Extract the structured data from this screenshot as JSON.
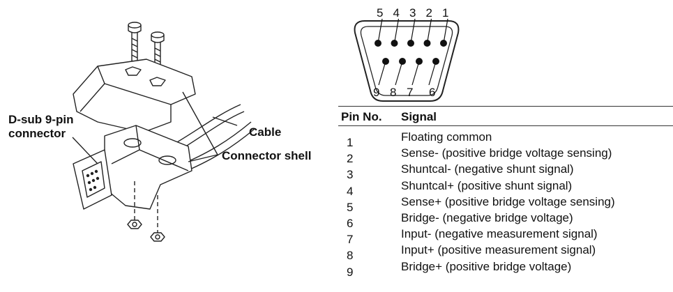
{
  "labels": {
    "dsub_line1": "D-sub 9-pin",
    "dsub_line2": "connector",
    "cable": "Cable",
    "shell": "Connector shell"
  },
  "pinout": {
    "top_pins": [
      "5",
      "4",
      "3",
      "2",
      "1"
    ],
    "bottom_pins": [
      "9",
      "8",
      "7",
      "6"
    ]
  },
  "table": {
    "header_pin": "Pin No.",
    "header_signal": "Signal",
    "rows": [
      {
        "pin": "1",
        "signal": "Floating common"
      },
      {
        "pin": "2",
        "signal": "Sense- (positive bridge voltage sensing)"
      },
      {
        "pin": "3",
        "signal": "Shuntcal- (negative shunt signal)"
      },
      {
        "pin": "4",
        "signal": "Shuntcal+ (positive shunt signal)"
      },
      {
        "pin": "5",
        "signal": "Sense+ (positive bridge voltage sensing)"
      },
      {
        "pin": "6",
        "signal": "Bridge- (negative bridge voltage)"
      },
      {
        "pin": "7",
        "signal": "Input- (negative measurement signal)"
      },
      {
        "pin": "8",
        "signal": "Input+ (positive measurement signal)"
      },
      {
        "pin": "9",
        "signal": "Bridge+ (positive bridge voltage)"
      }
    ]
  }
}
